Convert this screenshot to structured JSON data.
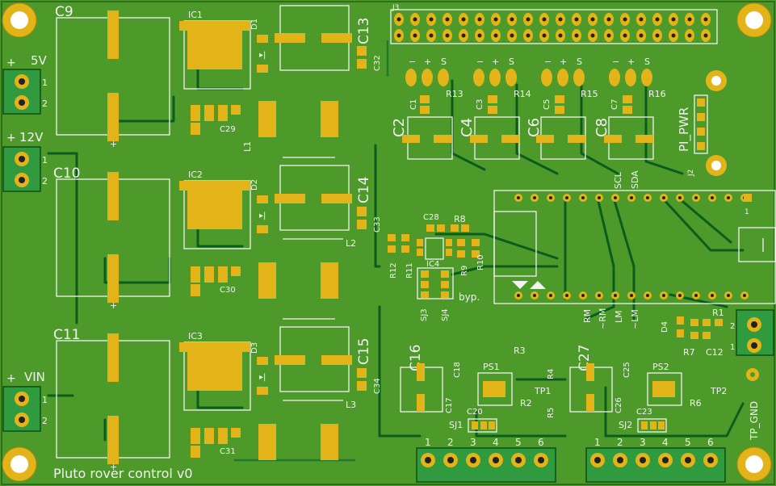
{
  "board": {
    "title": "Pluto rover control v0",
    "colors": {
      "substrate": "#4d9a2b",
      "copper": "#0b5d1e",
      "pad": "#e3b41a",
      "silk": "#f2f2f2",
      "mount": "#e3b41a"
    }
  },
  "power_inputs": [
    {
      "plus": "+",
      "label": "5V",
      "pin1": "1",
      "pin2": "2"
    },
    {
      "plus": "+",
      "label": "12V",
      "pin1": "1",
      "pin2": "2"
    },
    {
      "plus": "+",
      "label": "VIN",
      "pin1": "1",
      "pin2": "2"
    }
  ],
  "regulators": [
    {
      "cap_big": "C9",
      "ic": "IC1",
      "diode": "D1",
      "cap_out": "C13",
      "cap_small": "C32",
      "cap_filter": "C29",
      "inductor": "L1"
    },
    {
      "cap_big": "C10",
      "ic": "IC2",
      "diode": "D2",
      "cap_out": "C14",
      "cap_small": "C33",
      "cap_filter": "C30",
      "inductor": "L2"
    },
    {
      "cap_big": "C11",
      "ic": "IC3",
      "diode": "D3",
      "cap_out": "C15",
      "cap_small": "C34",
      "cap_filter": "C31",
      "inductor": "L3"
    }
  ],
  "header": {
    "ref": "J3"
  },
  "servo_channels": [
    {
      "minus": "−",
      "plus": "+",
      "sig": "S",
      "res": "R13",
      "cap_small": "C1",
      "cap_big": "C2"
    },
    {
      "minus": "−",
      "plus": "+",
      "sig": "S",
      "res": "R14",
      "cap_small": "C3",
      "cap_big": "C4"
    },
    {
      "minus": "−",
      "plus": "+",
      "sig": "S",
      "res": "R15",
      "cap_small": "C5",
      "cap_big": "C6"
    },
    {
      "minus": "−",
      "plus": "+",
      "sig": "S",
      "res": "R16",
      "cap_small": "C7",
      "cap_big": "C8"
    }
  ],
  "pi_power": {
    "label": "PI_PWR",
    "ref": "J2"
  },
  "pico": {
    "pin_scl": "SCL",
    "pin_sda": "SDA",
    "pin1": "1",
    "motor_labels": [
      "RM",
      "~RM",
      "LM",
      "~LM"
    ]
  },
  "ic4_block": {
    "ic": "IC4",
    "cap": "C28",
    "res": [
      "R8",
      "R9",
      "R10",
      "R11",
      "R12"
    ],
    "jumpers": [
      "SJ3",
      "SJ4"
    ],
    "bypass_label": "byp."
  },
  "status": {
    "diode": "D4",
    "res": "R1",
    "cap": "C12",
    "pins": [
      "2",
      "1"
    ]
  },
  "motor_drivers": [
    {
      "cap_big": "C16",
      "caps": [
        "C17",
        "C18",
        "C20"
      ],
      "ps": "PS1",
      "res": [
        "R2",
        "R3",
        "R4",
        "R5"
      ],
      "tp": "TP1",
      "sj": "SJ1"
    },
    {
      "cap_big": "C27",
      "caps": [
        "C26",
        "C25",
        "C23"
      ],
      "ps": "PS2",
      "res": [
        "R6",
        "R7"
      ],
      "tp": "TP2",
      "sj": "SJ2"
    }
  ],
  "terminals6": [
    {
      "pins": [
        "1",
        "2",
        "3",
        "4",
        "5",
        "6"
      ]
    },
    {
      "pins": [
        "1",
        "2",
        "3",
        "4",
        "5",
        "6"
      ]
    }
  ],
  "tp_gnd": "TP_GND"
}
